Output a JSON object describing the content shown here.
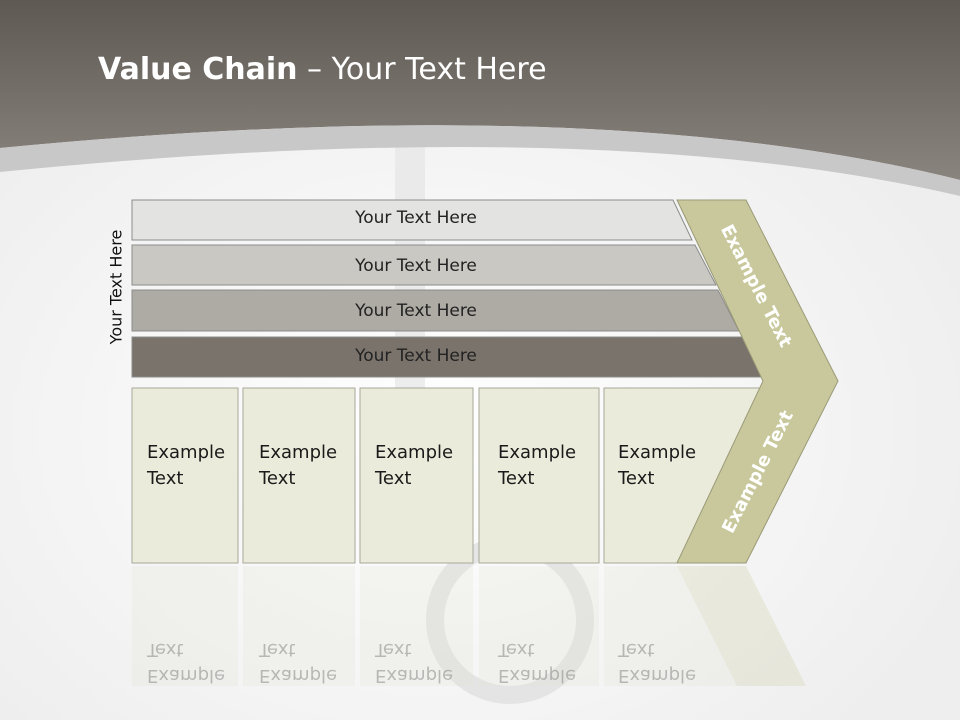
{
  "title": {
    "bold": "Value Chain",
    "rest": " – Your Text Here"
  },
  "side_label": "Your Text Here",
  "support_bars": [
    {
      "label": "Your Text Here",
      "color": "#e3e3e1"
    },
    {
      "label": "Your Text Here",
      "color": "#c9c8c3"
    },
    {
      "label": "Your Text Here",
      "color": "#aeaaa4"
    },
    {
      "label": "Your Text Here",
      "color": "#7a736b"
    }
  ],
  "primary_boxes": [
    {
      "line1": "Example",
      "line2": "Text"
    },
    {
      "line1": "Example",
      "line2": "Text"
    },
    {
      "line1": "Example",
      "line2": "Text"
    },
    {
      "line1": "Example",
      "line2": "Text"
    },
    {
      "line1": "Example",
      "line2": "Text"
    }
  ],
  "arrow": {
    "upper": "Example Text",
    "lower": "Example Text",
    "color": "#c8c89c"
  },
  "colors": {
    "header": "#76706a",
    "box_fill": "#ebebdb",
    "box_border": "#a8a89a"
  }
}
